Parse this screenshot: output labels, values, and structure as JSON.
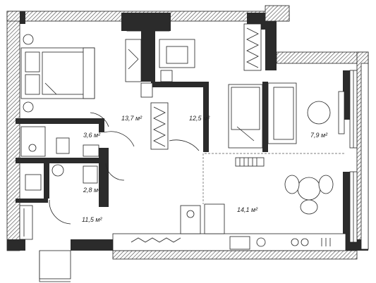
{
  "rooms": {
    "bedroom_area": "13,7 м²",
    "bathroom_area": "3,6 м²",
    "wc_area": "2,8 м²",
    "hall_area": "11,5 м²",
    "corridor_area": "12,5 м²",
    "balcony_area": "7,9 м²",
    "kitchen_area": "14,1 м²"
  },
  "colors": {
    "wall": "#2b2b2b",
    "line": "#222222",
    "background": "#ffffff"
  }
}
